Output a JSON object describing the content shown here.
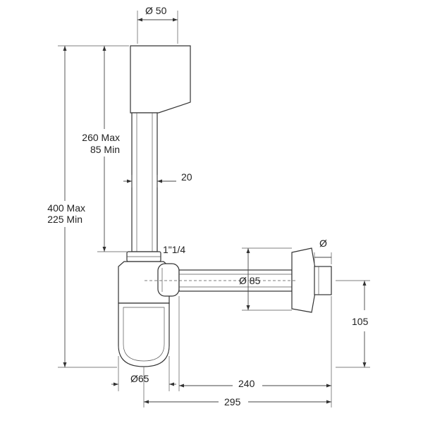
{
  "drawing": {
    "labels": {
      "top_diameter": "Ø 50",
      "tail_height_max": "260 Max",
      "tail_height_min": "85 Min",
      "tube_diameter": "20",
      "total_height_max": "400 Max",
      "total_height_min": "225 Min",
      "thread_size": "1\"1/4",
      "wall_flange_diameter": "Ø",
      "outlet_diameter": "Ø 85",
      "outlet_height": "105",
      "bottle_diameter": "Ø65",
      "outlet_length_a": "240",
      "outlet_length_b": "295"
    }
  },
  "colors": {
    "line": "#333333",
    "background": "#ffffff"
  }
}
